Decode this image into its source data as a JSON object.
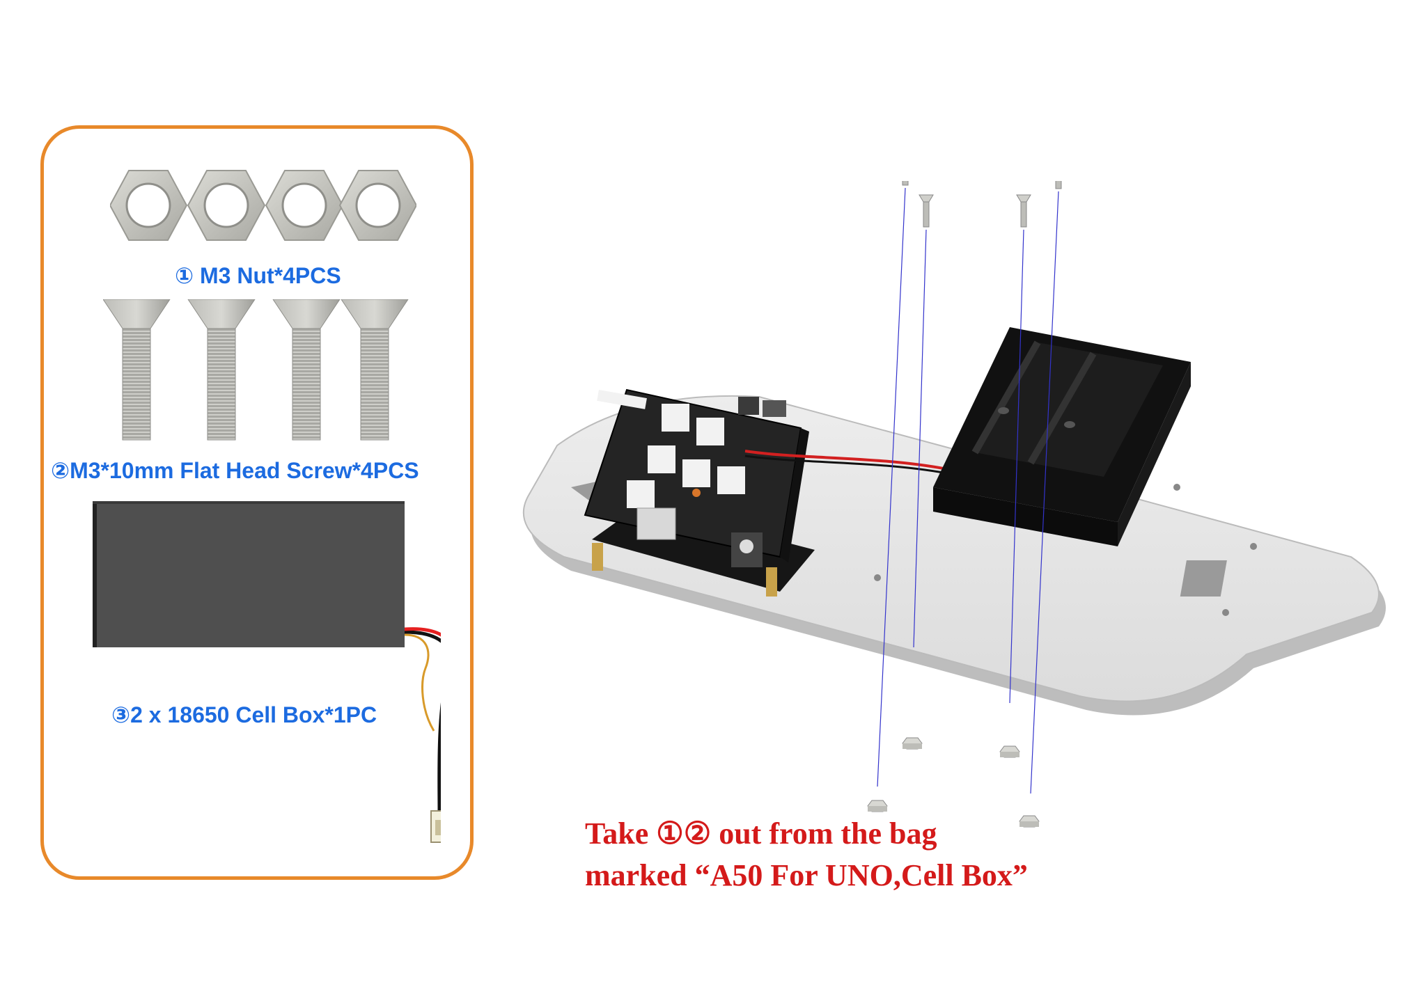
{
  "parts": [
    {
      "id": "1",
      "label": "① M3 Nut*4PCS",
      "icon": "hex-nut-icon"
    },
    {
      "id": "2",
      "label": "②M3*10mm Flat Head Screw*4PCS",
      "icon": "flat-head-screw-icon"
    },
    {
      "id": "3",
      "label": "③2 x 18650 Cell Box*1PC",
      "icon": "cell-box-icon"
    }
  ],
  "instruction": {
    "line1": "Take ①② out from the bag",
    "line2": "marked  “A50 For UNO,Cell Box”"
  },
  "colors": {
    "panel_border": "#e8892a",
    "part_label": "#1c6be0",
    "instruction": "#d41a1a",
    "metal": "#c9c9c4",
    "battery": "#4d4d4d",
    "chassis": "#e6e6e6",
    "board": "#1e1e1e",
    "assembly_line": "#3333cc"
  }
}
